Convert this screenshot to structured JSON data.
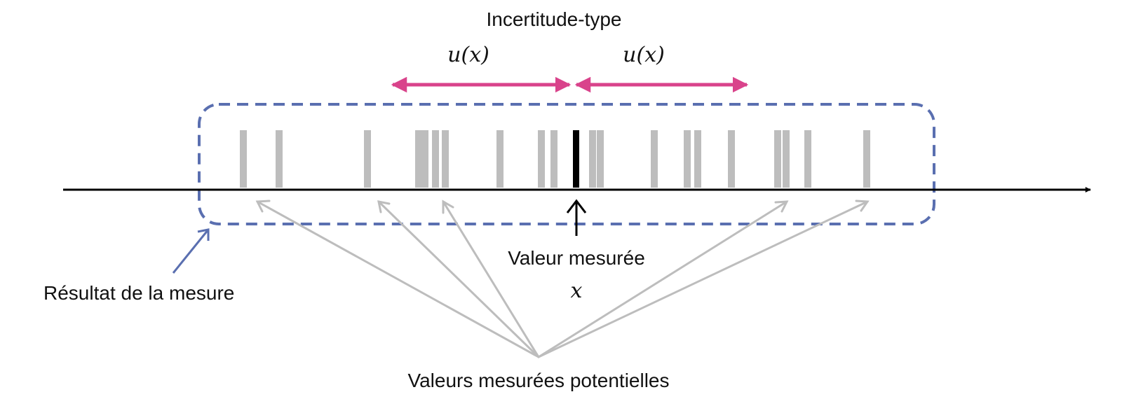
{
  "title": "Incertitude-type",
  "uncertainty_label_left": "u(x)",
  "uncertainty_label_right": "u(x)",
  "measured_value_label": "Valeur mesurée",
  "measured_value_symbol": "x",
  "result_label": "Résultat de la mesure",
  "potential_values_label": "Valeurs mesurées potentielles",
  "colors": {
    "axis": "#000000",
    "measured_bar": "#000000",
    "potential_bars": "#bdbdbd",
    "uncertainty_arrow": "#d9438b",
    "result_box": "#5a6fb0",
    "pointer_arrows": "#bdbdbd",
    "result_arrow": "#5a6fb0"
  }
}
